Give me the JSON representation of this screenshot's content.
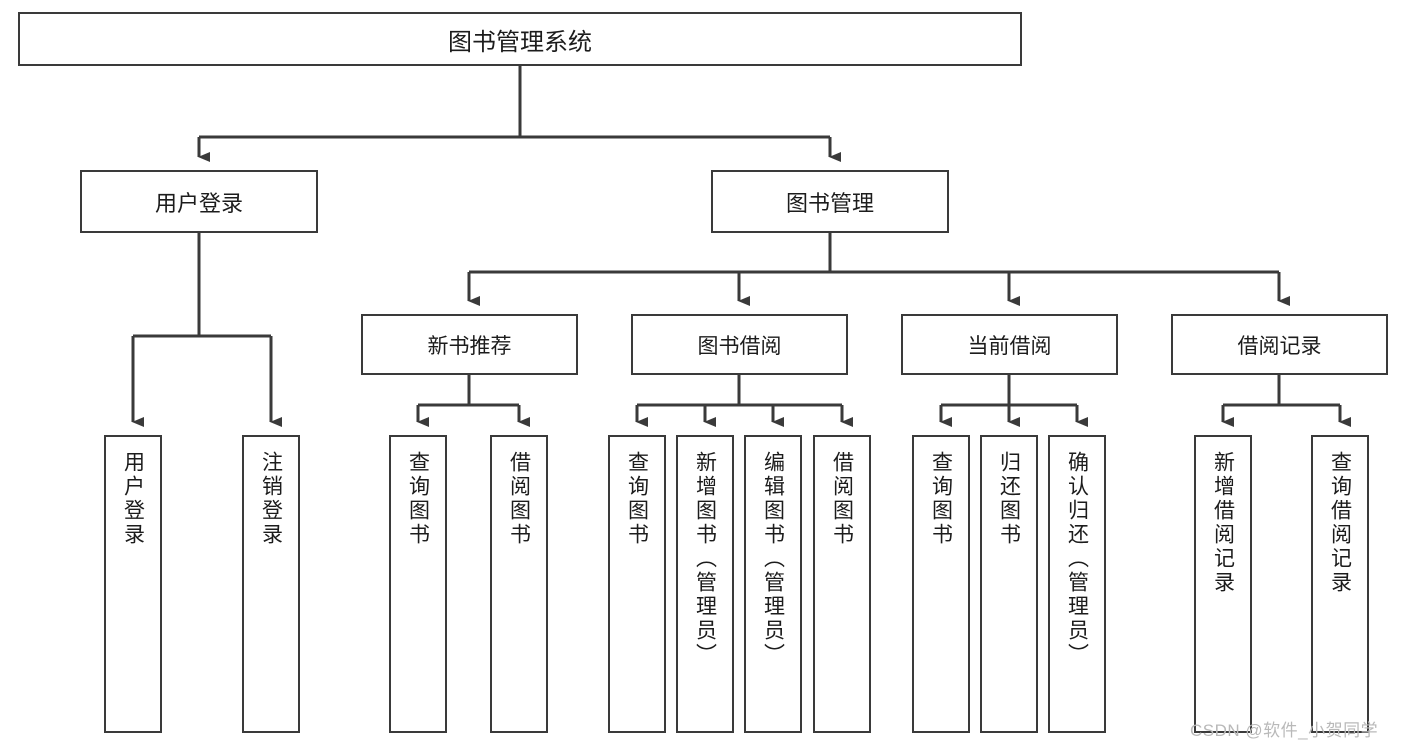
{
  "diagram": {
    "title": "图书管理系统",
    "type": "tree-hierarchy",
    "root": {
      "label": "图书管理系统"
    },
    "level2": [
      {
        "label": "用户登录"
      },
      {
        "label": "图书管理"
      }
    ],
    "level3": [
      {
        "label": "新书推荐"
      },
      {
        "label": "图书借阅"
      },
      {
        "label": "当前借阅"
      },
      {
        "label": "借阅记录"
      }
    ],
    "leaves": {
      "user_login": [
        {
          "label": "用户登录"
        },
        {
          "label": "注销登录"
        }
      ],
      "new_book_recommend": [
        {
          "label": "查询图书"
        },
        {
          "label": "借阅图书"
        }
      ],
      "book_borrow": [
        {
          "label": "查询图书"
        },
        {
          "label": "新增图书（管理员）"
        },
        {
          "label": "编辑图书（管理员）"
        },
        {
          "label": "借阅图书"
        }
      ],
      "current_borrow": [
        {
          "label": "查询图书"
        },
        {
          "label": "归还图书"
        },
        {
          "label": "确认归还（管理员）"
        }
      ],
      "borrow_records": [
        {
          "label": "新增借阅记录"
        },
        {
          "label": "查询借阅记录"
        }
      ]
    }
  },
  "watermark": {
    "text": "CSDN @软件_小贺同学"
  },
  "colors": {
    "border": "#3a3a3a",
    "text": "#1c1c1c",
    "background": "#ffffff",
    "watermark": "#b9b9b9"
  }
}
